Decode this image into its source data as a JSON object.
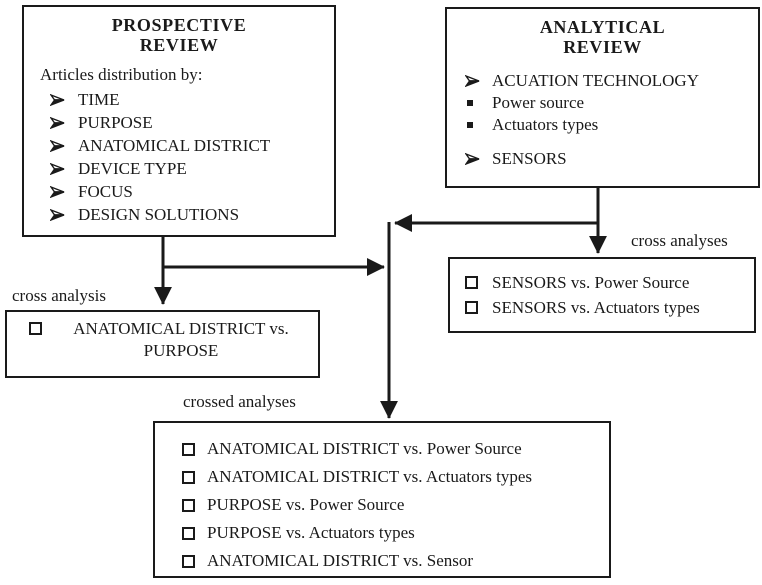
{
  "prospective_box": {
    "title_line1": "PROSPECTIVE",
    "title_line2": "REVIEW",
    "intro": "Articles distribution by:",
    "items": [
      "TIME",
      "PURPOSE",
      "ANATOMICAL DISTRICT",
      "DEVICE TYPE",
      "FOCUS",
      "DESIGN SOLUTIONS"
    ]
  },
  "analytical_box": {
    "title_line1": "ANALYTICAL",
    "title_line2": "REVIEW",
    "items": [
      {
        "bullet": "arrow",
        "label": "ACUATION TECHNOLOGY"
      },
      {
        "bullet": "square",
        "label": "Power source"
      },
      {
        "bullet": "square",
        "label": "Actuators types"
      },
      {
        "bullet": "arrow",
        "label": "SENSORS"
      }
    ]
  },
  "cross_analysis": {
    "label": "cross analysis",
    "items": [
      "ANATOMICAL DISTRICT vs. PURPOSE"
    ]
  },
  "cross_analyses": {
    "label": "cross analyses",
    "items": [
      "SENSORS vs. Power Source",
      "SENSORS vs. Actuators types"
    ]
  },
  "crossed_analyses": {
    "label": "crossed analyses",
    "items": [
      "ANATOMICAL DISTRICT vs. Power Source",
      "ANATOMICAL DISTRICT vs. Actuators types",
      "PURPOSE vs. Power Source",
      "PURPOSE vs. Actuators types",
      "ANATOMICAL DISTRICT vs. Sensor"
    ]
  },
  "colors": {
    "ink": "#1a1a1a",
    "background": "#ffffff"
  }
}
